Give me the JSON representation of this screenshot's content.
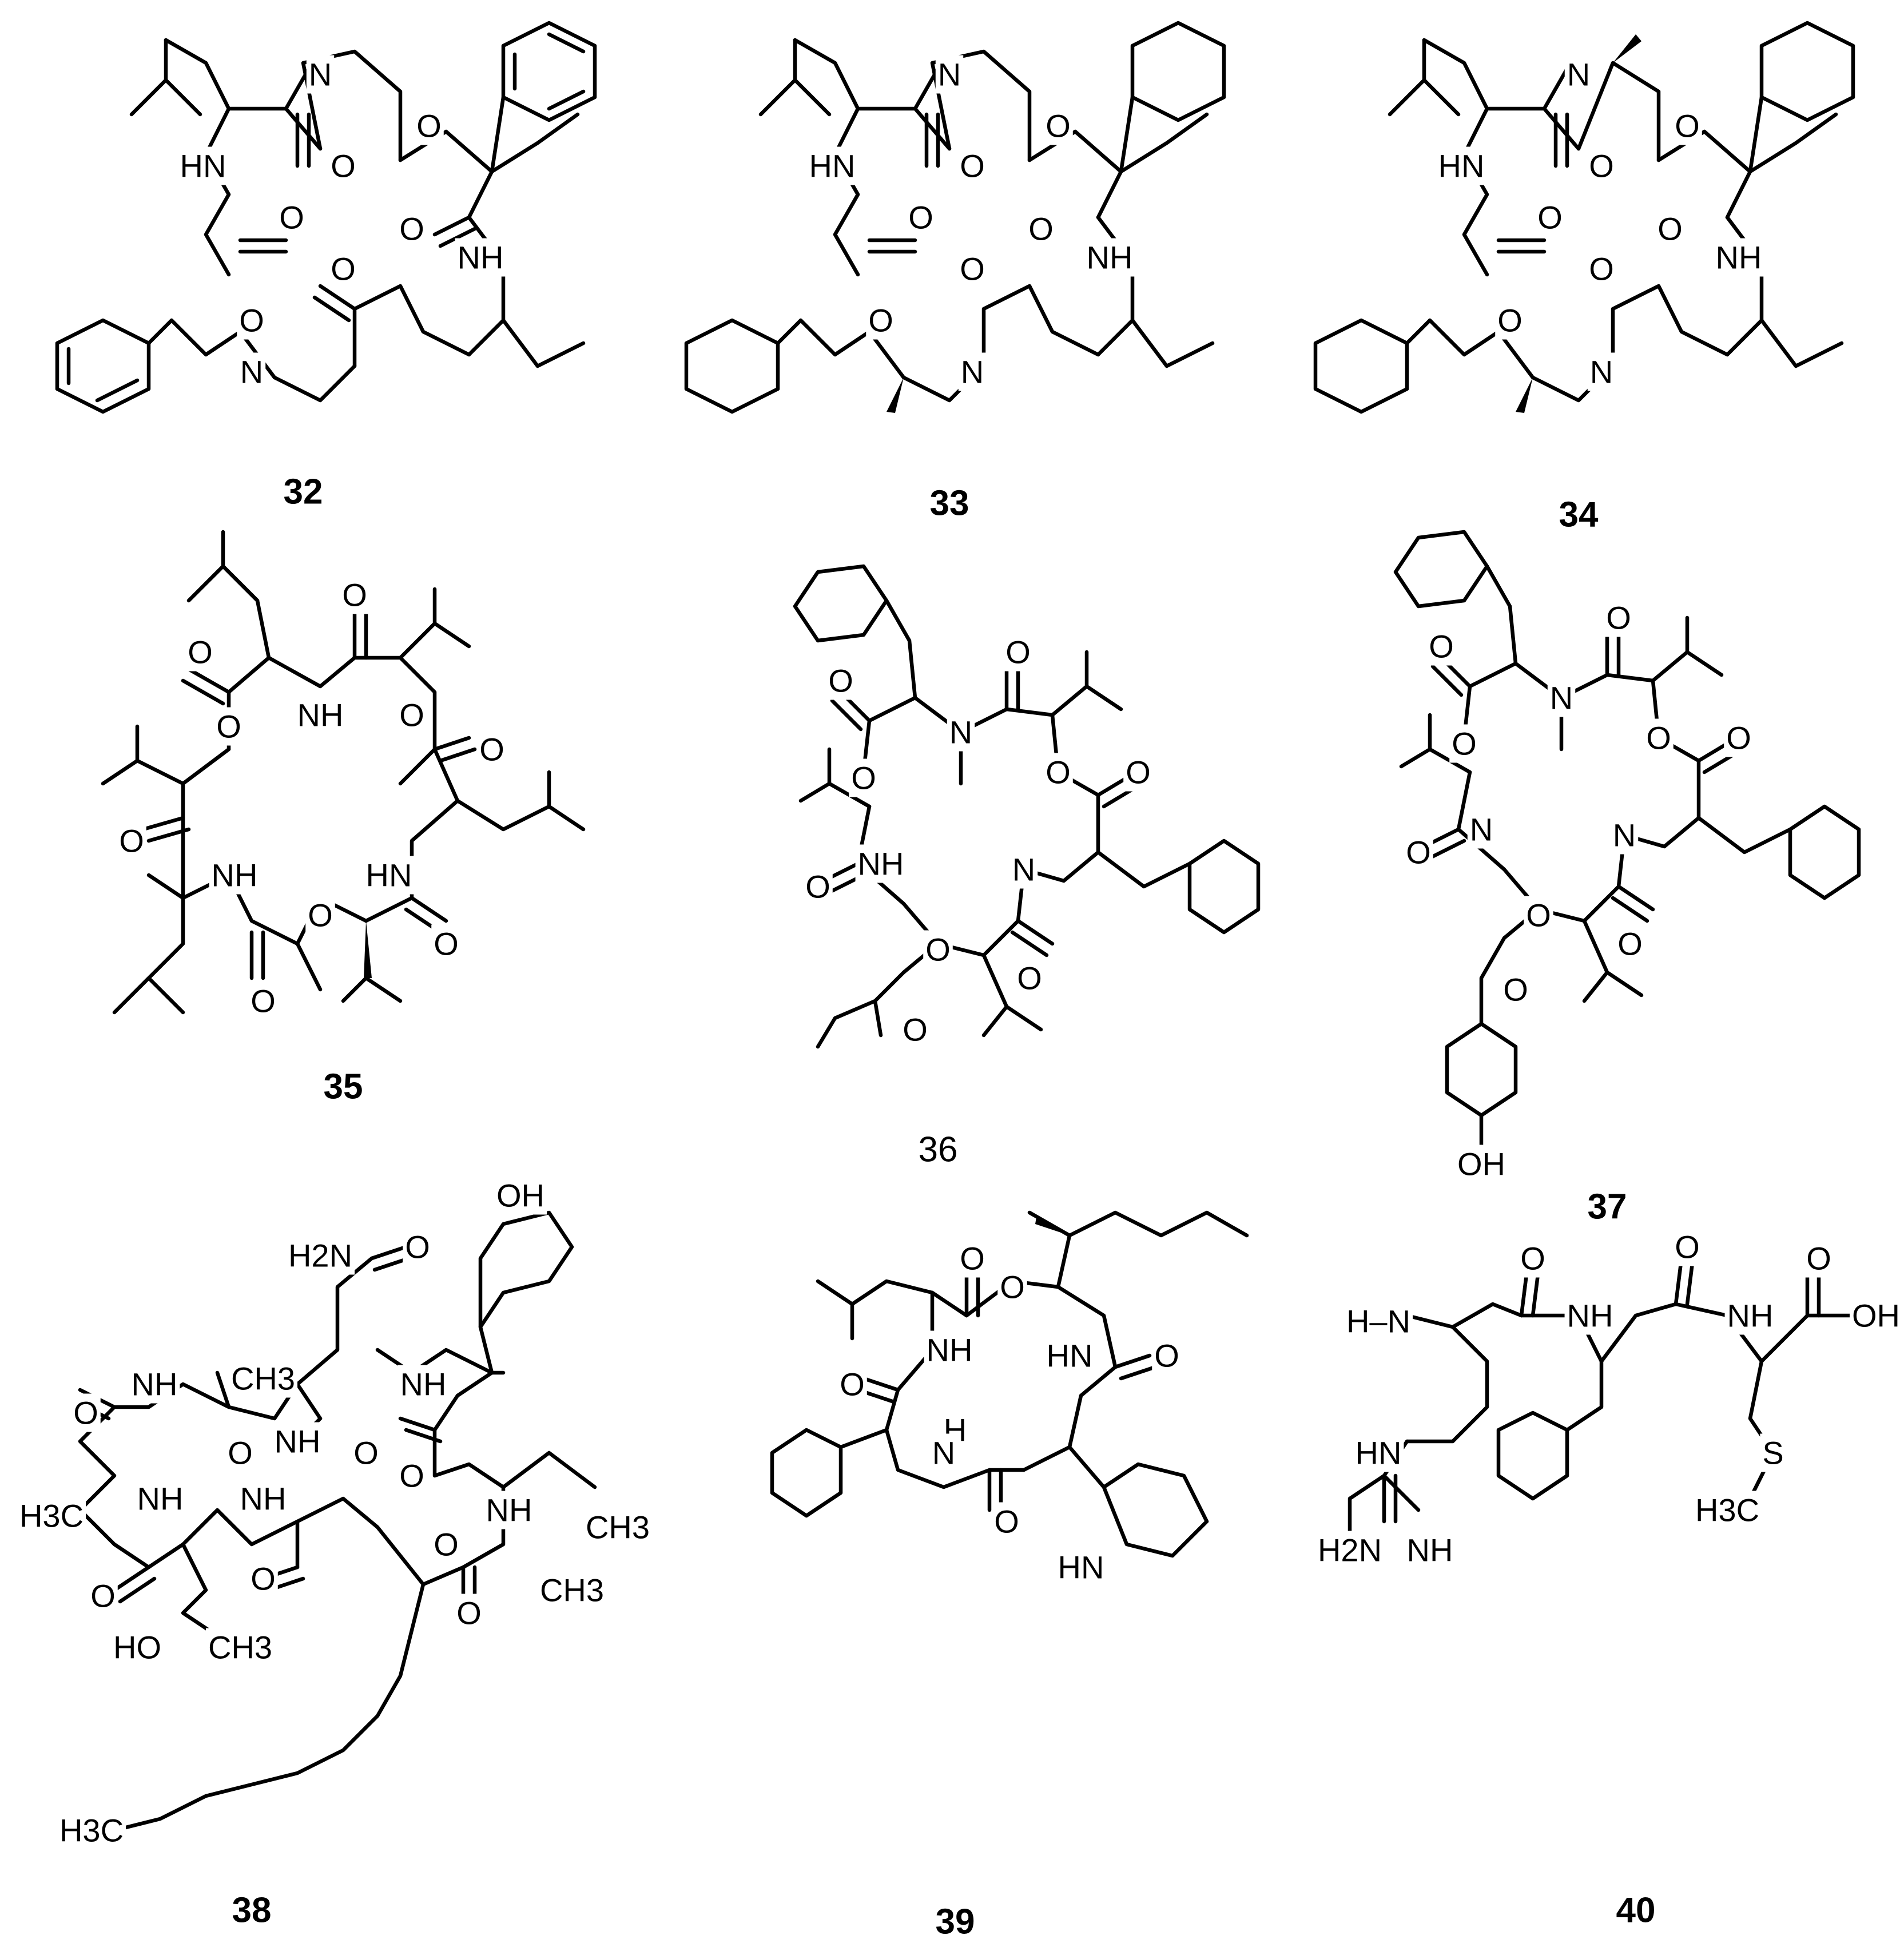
{
  "compounds": [
    {
      "id": "cmp-32",
      "label": "32",
      "bold": true
    },
    {
      "id": "cmp-33",
      "label": "33",
      "bold": true
    },
    {
      "id": "cmp-34",
      "label": "34",
      "bold": true
    },
    {
      "id": "cmp-35",
      "label": "35",
      "bold": true
    },
    {
      "id": "cmp-36",
      "label": "36",
      "bold": false
    },
    {
      "id": "cmp-37",
      "label": "37",
      "bold": true
    },
    {
      "id": "cmp-38",
      "label": "38",
      "bold": true
    },
    {
      "id": "cmp-39",
      "label": "39",
      "bold": true
    },
    {
      "id": "cmp-40",
      "label": "40",
      "bold": true
    }
  ],
  "atoms": {
    "N": "N",
    "NH": "NH",
    "HN": "HN",
    "O": "O",
    "OH": "OH",
    "HO": "HO",
    "S": "S",
    "H": "H",
    "H2N": "H2N",
    "CH3": "CH3",
    "H3C": "H3C",
    "HNH": "H–N",
    "NHtext": "NH"
  }
}
